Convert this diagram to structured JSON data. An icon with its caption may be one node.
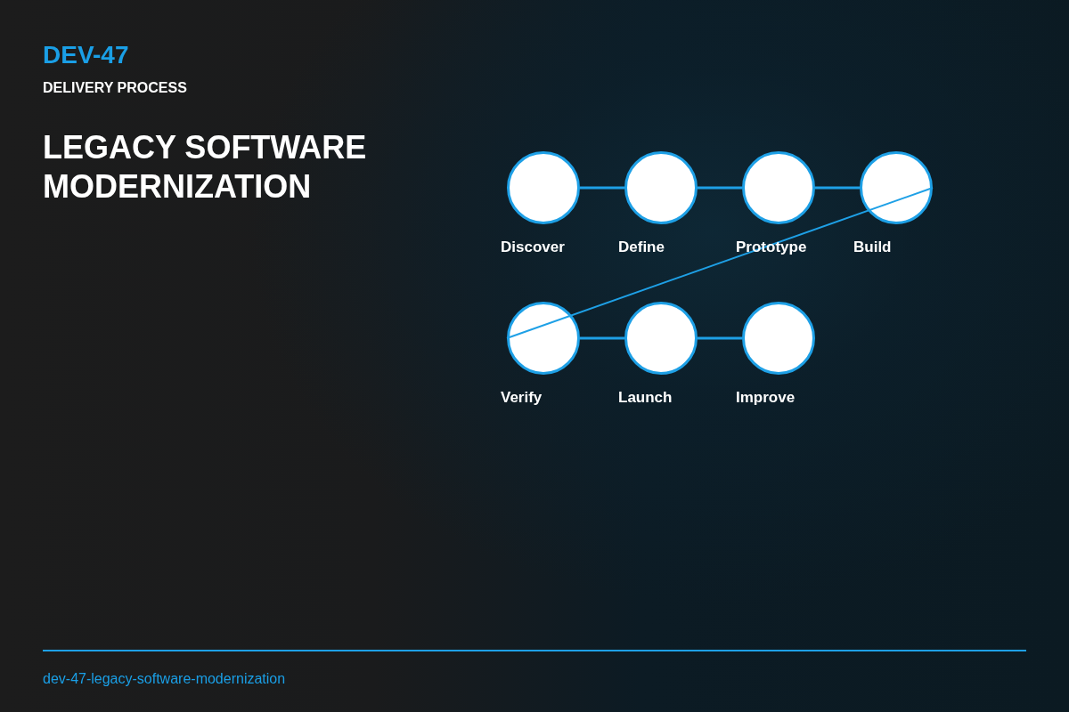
{
  "diagram": {
    "title": "LEGACY SOFTWARE MODERNIZATION",
    "nodes": [
      {
        "text": [
          "Discover"
        ]
      },
      {
        "text": [
          "Define"
        ]
      },
      {
        "text": [
          "Prototype"
        ]
      },
      {
        "text": [
          "Build"
        ]
      },
      {
        "text": [
          "Verify"
        ]
      },
      {
        "text": [
          "Launch"
        ]
      },
      {
        "text": [
          "Improve"
        ]
      }
    ],
    "edges": [
      {
        "from": 0,
        "to": 1,
        "arrow": "none"
      },
      {
        "from": 1,
        "to": 2,
        "arrow": "none"
      },
      {
        "from": 2,
        "to": 3,
        "arrow": "none"
      },
      {
        "from": 3,
        "to": 4,
        "arrow": "none"
      },
      {
        "from": 4,
        "to": 5,
        "arrow": "none"
      },
      {
        "from": 5,
        "to": 6,
        "arrow": "none"
      }
    ],
    "labels": [
      "DEV-47",
      "DELIVERY PROCESS",
      "dev-47-legacy-software-modernization"
    ]
  }
}
